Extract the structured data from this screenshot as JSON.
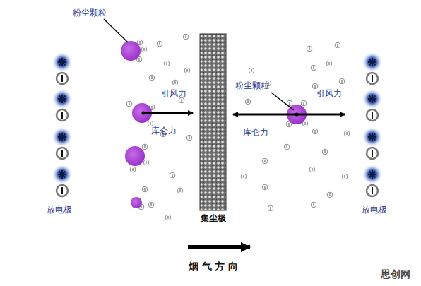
{
  "diagram": {
    "nodes": [
      {
        "text": [
          "集尘极"
        ]
      }
    ],
    "labels": [
      "粉尘颗粒",
      "放电极",
      "引风力",
      "库仑力",
      "粉尘颗粒",
      "库仑力",
      "引风力",
      "放电极",
      "烟 气 方 向",
      "思创网"
    ]
  }
}
